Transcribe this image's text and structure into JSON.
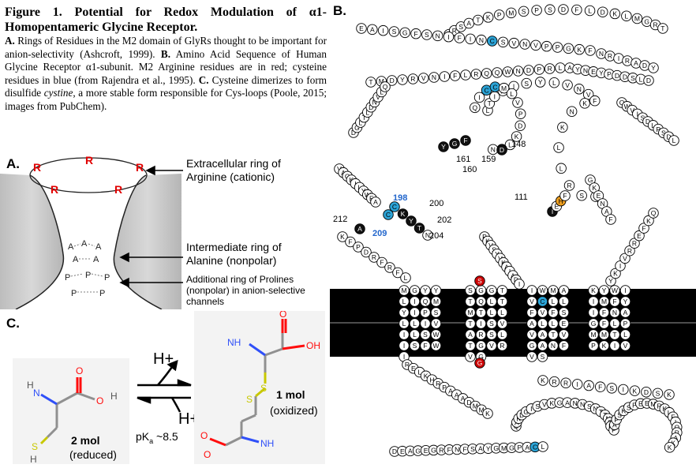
{
  "caption": {
    "title": "Figure 1. Potential for Redox Modulation of α1-Homopentameric Glycine Receptor.",
    "a_label": "A.",
    "a_text": " Rings of Residues in the M2 domain of GlyRs thought to be important for anion-selectivity (Ashcroft, 1999). ",
    "b_label": "B.",
    "b_text": " Amino Acid Sequence of Human Glycine Receptor α1-subunit. M2 Arginine residues are in red; cysteine residues in blue (from Rajendra et al., 1995). ",
    "c_label": "C.",
    "c_text1": " Cysteine dimerizes to form disulfide ",
    "c_italic": "cystine",
    "c_text2": ", a more stable form responsible for Cys-loops (Poole, 2015; images from PubChem)."
  },
  "panel_a": {
    "label": "A.",
    "ring_letters": [
      "R",
      "R",
      "R",
      "R",
      "R"
    ],
    "alanine_letters": [
      "A",
      "A",
      "A",
      "A",
      "A"
    ],
    "proline_letters": [
      "P",
      "P",
      "P",
      "P",
      "P"
    ],
    "annotation_1": [
      "Extracellular ring of",
      "Arginine (cationic)"
    ],
    "annotation_2": [
      "Intermediate ring of",
      "Alanine (nonpolar)"
    ],
    "annotation_3": [
      "Additional ring of Prolines",
      "(nonpolar) in anion-selective",
      "channels"
    ]
  },
  "panel_b": {
    "label": "B.",
    "numbers": [
      "148",
      "161",
      "160",
      "159",
      "111",
      "198",
      "200",
      "202",
      "204",
      "212",
      "209"
    ],
    "colors": {
      "arginine": "#cc0000",
      "cysteine": "#2ba3d6",
      "dark": "#111111",
      "orange": "#f0a020",
      "membrane": "#000000"
    },
    "top_chain": [
      "A",
      "R",
      "S",
      "A",
      "T",
      "K",
      "P",
      "M",
      "S",
      "P",
      "S",
      "D",
      "F",
      "L",
      "D",
      "K",
      "L",
      "M",
      "G",
      "R",
      "T"
    ],
    "row2": [
      "E",
      "A",
      "I",
      "S",
      "G",
      "F",
      "S",
      "N",
      "I",
      "F",
      "I",
      "N",
      "C",
      "S",
      "V",
      "N",
      "V",
      "P",
      "P",
      "G",
      "K",
      "F",
      "N",
      "R",
      "I",
      "R",
      "A",
      "D",
      "Y"
    ],
    "row3": [
      "T",
      "M",
      "D",
      "Y",
      "R",
      "V",
      "N",
      "I",
      "F",
      "L",
      "R",
      "Q",
      "Q",
      "W",
      "N",
      "D",
      "P",
      "R",
      "L",
      "A",
      "Y",
      "N",
      "E",
      "Y",
      "P",
      "D",
      "D",
      "S",
      "L",
      "D"
    ],
    "loop_upper": [
      "L",
      "T",
      "I",
      "R",
      "I",
      "S",
      "Y",
      "L",
      "V",
      "N",
      "V",
      "F"
    ],
    "loop_c": [
      "Q",
      "I",
      "C",
      "C",
      "M",
      "L",
      "V",
      "P",
      "D",
      "K",
      "L",
      "K",
      "N"
    ],
    "dark_res": [
      "Y",
      "G",
      "F",
      "D"
    ],
    "upper_right": [
      "Q",
      "W",
      "V",
      "I",
      "S",
      "D",
      "L",
      "P",
      "S",
      "D",
      "L"
    ],
    "arcs_right": [
      "I",
      "S",
      "R",
      "L",
      "L",
      "K",
      "N",
      "K"
    ],
    "mid_right": [
      "G",
      "K",
      "E",
      "N",
      "A",
      "F"
    ],
    "res_111": [
      "I",
      "E",
      "H",
      "F"
    ],
    "res_198_204": [
      "C",
      "K",
      "Y",
      "T",
      "N",
      "C",
      "A"
    ],
    "mid_left_loop": [
      "D",
      "G",
      "L",
      "T",
      "L",
      "D",
      "N",
      "V",
      "L",
      "Q",
      "V",
      "A",
      "G",
      "K",
      "I",
      "L",
      "Y",
      "W",
      "E",
      "A",
      "K",
      "F",
      "P",
      "D",
      "R",
      "F",
      "R",
      "F",
      "L"
    ],
    "m1": [
      "M",
      "G",
      "Y",
      "Y",
      "L",
      "I",
      "Q",
      "M",
      "Y",
      "I",
      "P",
      "S",
      "L",
      "L",
      "I",
      "V",
      "I",
      "L",
      "S",
      "W",
      "I",
      "S",
      "F",
      "W",
      "I"
    ],
    "m2": [
      "S",
      "S",
      "G",
      "G",
      "T",
      "T",
      "Q",
      "L",
      "T",
      "M",
      "T",
      "L",
      "L",
      "T",
      "I",
      "S",
      "V",
      "A",
      "R",
      "S",
      "L",
      "T",
      "G",
      "V",
      "R",
      "V",
      "G"
    ],
    "m3": [
      "I",
      "W",
      "M",
      "A",
      "V",
      "C",
      "L",
      "L",
      "F",
      "V",
      "F",
      "S",
      "A",
      "L",
      "L",
      "E",
      "V",
      "A",
      "T",
      "V",
      "G",
      "A",
      "N",
      "F",
      "V",
      "S"
    ],
    "m4": [
      "K",
      "Y",
      "W",
      "I",
      "I",
      "M",
      "F",
      "Y",
      "I",
      "F",
      "N",
      "A",
      "G",
      "F",
      "L",
      "P",
      "M",
      "M",
      "T",
      "L",
      "P",
      "K",
      "I",
      "V"
    ],
    "intracellular": [
      "R",
      "E",
      "L",
      "K",
      "H",
      "R",
      "P",
      "A",
      "A",
      "A",
      "D",
      "M",
      "M",
      "K",
      "K",
      "R",
      "R",
      "I",
      "A",
      "F",
      "S",
      "I",
      "K",
      "D",
      "S",
      "K"
    ],
    "bottom_chain": [
      "D",
      "E",
      "A",
      "G",
      "E",
      "G",
      "R",
      "F",
      "N",
      "F",
      "S",
      "A",
      "Y",
      "G",
      "M",
      "G",
      "P",
      "A",
      "C",
      "L",
      "Q",
      "A",
      "K",
      "D",
      "G",
      "I",
      "S",
      "V",
      "K",
      "G",
      "A",
      "N",
      "N",
      "S",
      "N",
      "T",
      "T",
      "N",
      "P",
      "P",
      "P",
      "A",
      "P",
      "S",
      "K",
      "S",
      "P",
      "E",
      "E",
      "M",
      "R",
      "K",
      "L",
      "F",
      "I",
      "Q",
      "R",
      "A",
      "K",
      "K"
    ]
  },
  "panel_c": {
    "label": "C.",
    "h_plus_top": "H+",
    "h_plus_bottom": "H+",
    "pka": "pK",
    "pka_sub": "a",
    "pka_val": " ~8.5",
    "reduced_amount": "2 mol",
    "reduced_label": "(reduced)",
    "oxidized_amount": "1 mol",
    "oxidized_label": "(oxidized)",
    "atoms": {
      "N": "N",
      "H": "H",
      "O": "O",
      "S": "S",
      "NH2": "NH",
      "OH": "OH"
    },
    "atom_colors": {
      "N": "#3050f8",
      "O": "#ff0d0d",
      "S": "#c8c800",
      "C": "#909090"
    }
  }
}
